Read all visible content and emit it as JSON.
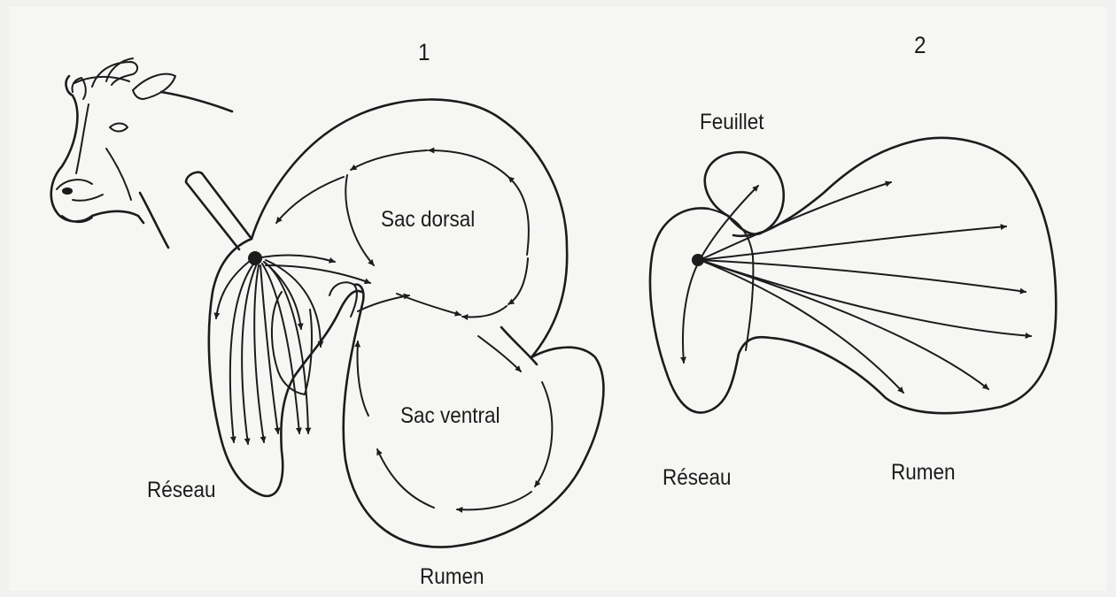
{
  "panel1": {
    "number": "1",
    "labels": {
      "dorsal": "Sac dorsal",
      "ventral": "Sac ventral",
      "reseau": "Réseau",
      "rumen": "Rumen"
    }
  },
  "panel2": {
    "number": "2",
    "labels": {
      "feuillet": "Feuillet",
      "reseau": "Réseau",
      "rumen": "Rumen"
    }
  }
}
